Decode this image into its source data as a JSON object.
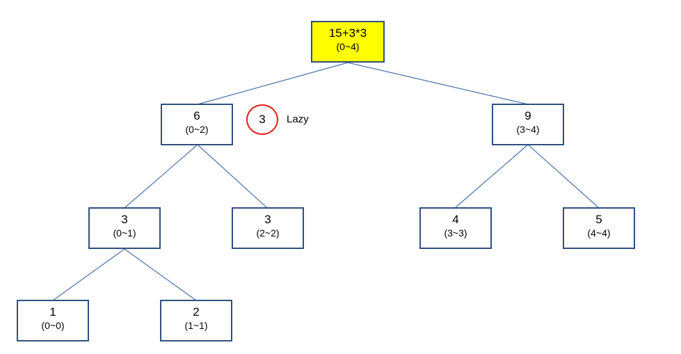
{
  "tree": {
    "root": {
      "value": "15+3*3",
      "range": "(0~4)",
      "fill": "#ffff00"
    },
    "left": {
      "value": "6",
      "range": "(0~2)"
    },
    "right": {
      "value": "9",
      "range": "(3~4)"
    },
    "left_left": {
      "value": "3",
      "range": "(0~1)"
    },
    "left_right": {
      "value": "3",
      "range": "(2~2)"
    },
    "right_left": {
      "value": "4",
      "range": "(3~3)"
    },
    "right_right": {
      "value": "5",
      "range": "(4~4)"
    },
    "left_left_left": {
      "value": "1",
      "range": "(0~0)"
    },
    "left_left_right": {
      "value": "2",
      "range": "(1~1)"
    }
  },
  "lazy": {
    "value": "3",
    "label": "Lazy"
  },
  "colors": {
    "edge": "#4a72b0",
    "border": "#2f4f7f",
    "lazy_ring": "#e0201a",
    "highlight": "#ffff00"
  }
}
